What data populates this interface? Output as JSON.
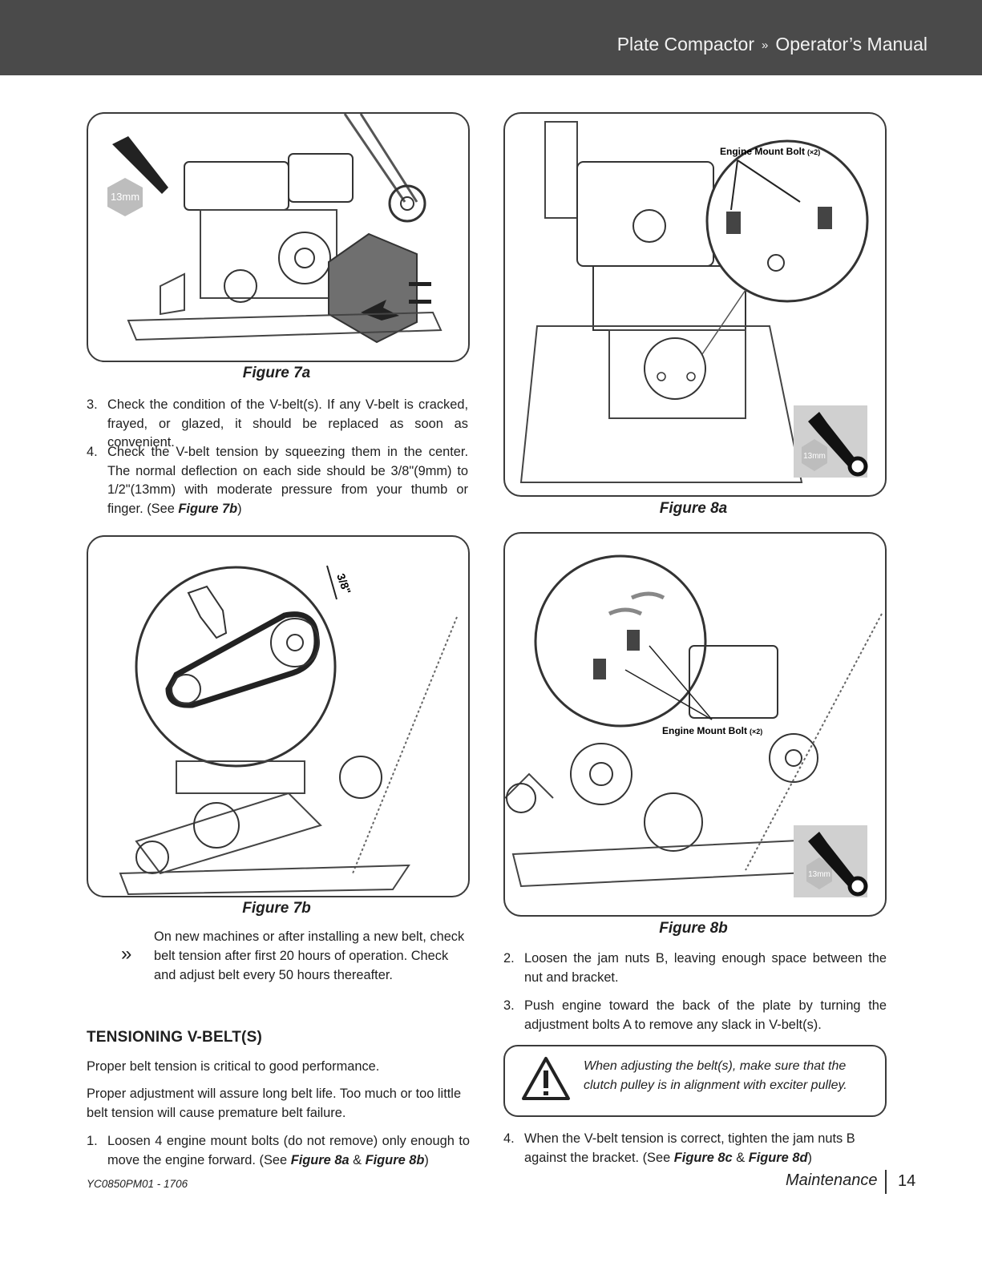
{
  "header": {
    "title_left": "Plate Compactor",
    "separator": "»",
    "title_right": "Operator’s Manual"
  },
  "figures": {
    "fig7a": {
      "caption": "Figure 7a",
      "badge": "13mm"
    },
    "fig7b": {
      "caption": "Figure 7b",
      "measure": "3/8\""
    },
    "fig8a": {
      "caption": "Figure 8a",
      "callout": "Engine Mount Bolt",
      "callout_qty": "(×2)",
      "badge": "13mm"
    },
    "fig8b": {
      "caption": "Figure 8b",
      "callout": "Engine Mount Bolt",
      "callout_qty": "(×2)",
      "badge": "13mm"
    }
  },
  "left": {
    "step3": {
      "num": "3.",
      "text": "Check the condition of the V-belt(s). If any V-belt is cracked, frayed, or glazed, it should be replaced as soon as convenient."
    },
    "step4": {
      "num": "4.",
      "text": "Check the V-belt tension by squeezing them in the center. The normal deflection on each side should be 3/8\"(9mm) to 1/2\"(13mm) with moderate pressure from your thumb or finger. (See ",
      "ref": "Figure 7b",
      "tail": ")"
    },
    "note": {
      "icon": "»",
      "text": "On new machines or after installing a new belt, check belt tension after first 20 hours of operation. Check and adjust belt every 50 hours thereafter."
    },
    "heading": "TENSIONING V-BELT(S)",
    "p1": "Proper belt tension is critical to good performance.",
    "p2": "Proper adjustment will assure long belt life. Too much or too little belt tension will cause premature belt failure.",
    "step1": {
      "num": "1.",
      "text": "Loosen 4 engine mount bolts (do not remove) only enough to move the engine forward.  (See ",
      "ref1": "Figure 8a",
      "amp": " & ",
      "ref2": "Figure 8b",
      "tail": ")"
    }
  },
  "right": {
    "step2": {
      "num": "2.",
      "text": "Loosen the jam nuts B, leaving enough space between the nut and bracket."
    },
    "step3": {
      "num": "3.",
      "text": "Push engine toward the back of the plate by turning the adjustment bolts A to remove any slack in V-belt(s)."
    },
    "warning": {
      "icon": "warning-triangle",
      "text": "When adjusting the belt(s), make sure that the clutch pulley is in alignment with exciter pulley."
    },
    "step4": {
      "num": "4.",
      "text": "When the V-belt tension is correct, tighten the jam nuts B against the bracket.  (See ",
      "ref1": "Figure 8c",
      "amp": " & ",
      "ref2": "Figure 8d",
      "tail": ")"
    }
  },
  "footer": {
    "code": "YC0850PM01 - 1706",
    "section": "Maintenance",
    "page": "14"
  }
}
